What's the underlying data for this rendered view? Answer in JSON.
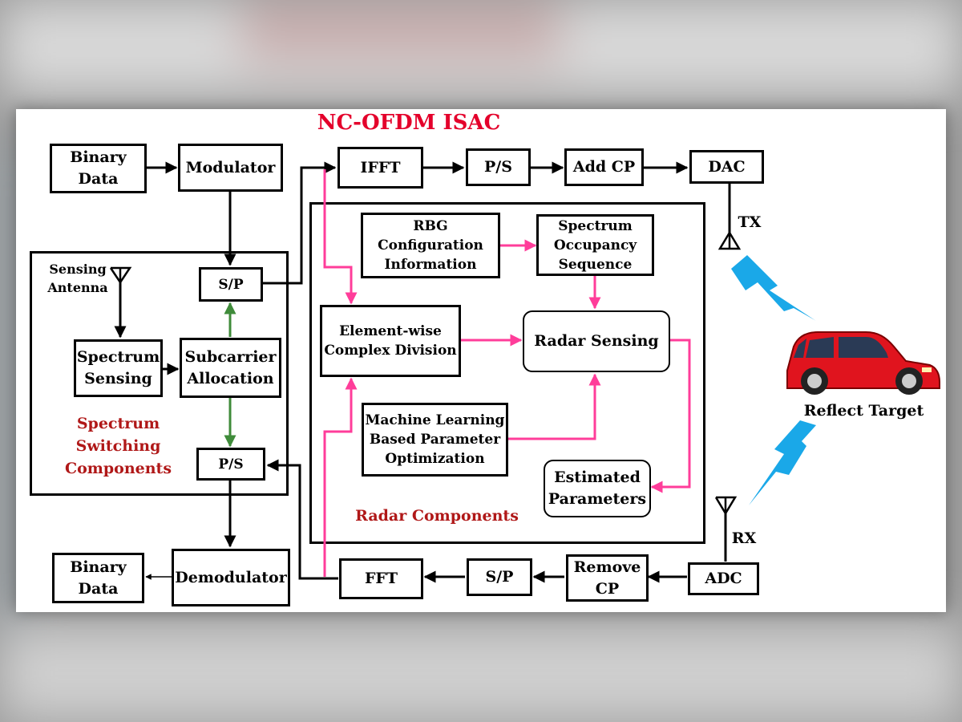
{
  "title": "NC-OFDM ISAC",
  "colors": {
    "title": "#e4002b",
    "section_label": "#b01818",
    "spectrum_region": "#c8f3fb",
    "radar_region": "#fbeccc",
    "signal_pink": "#ff3d9a",
    "signal_green": "#3f8b3a",
    "wave_blue": "#1aa8e8",
    "car_red": "#e0141e"
  },
  "blocks": {
    "binary_data_tx": "Binary\nData",
    "modulator": "Modulator",
    "ifft": "IFFT",
    "ps_tx": "P/S",
    "add_cp": "Add CP",
    "dac": "DAC",
    "sp_tx": "S/P",
    "spectrum_sensing": "Spectrum\nSensing",
    "subcarrier_allocation": "Subcarrier\nAllocation",
    "ps_rx": "P/S",
    "binary_data_rx": "Binary\nData",
    "demodulator": "Demodulator",
    "fft": "FFT",
    "sp_rx": "S/P",
    "remove_cp": "Remove\nCP",
    "adc": "ADC",
    "rbg_config": "RBG\nConfiguration\nInformation",
    "spectrum_occupancy": "Spectrum\nOccupancy\nSequence",
    "element_wise": "Element-wise\nComplex Division",
    "radar_sensing": "Radar Sensing",
    "ml_optimization": "Machine Learning\nBased Parameter\nOptimization",
    "estimated_parameters": "Estimated\nParameters"
  },
  "labels": {
    "sensing_antenna": "Sensing\nAntenna",
    "spectrum_switching": "Spectrum Switching\nComponents",
    "radar_components": "Radar Components",
    "tx": "TX",
    "rx": "RX",
    "reflect_target": "Reflect Target"
  }
}
